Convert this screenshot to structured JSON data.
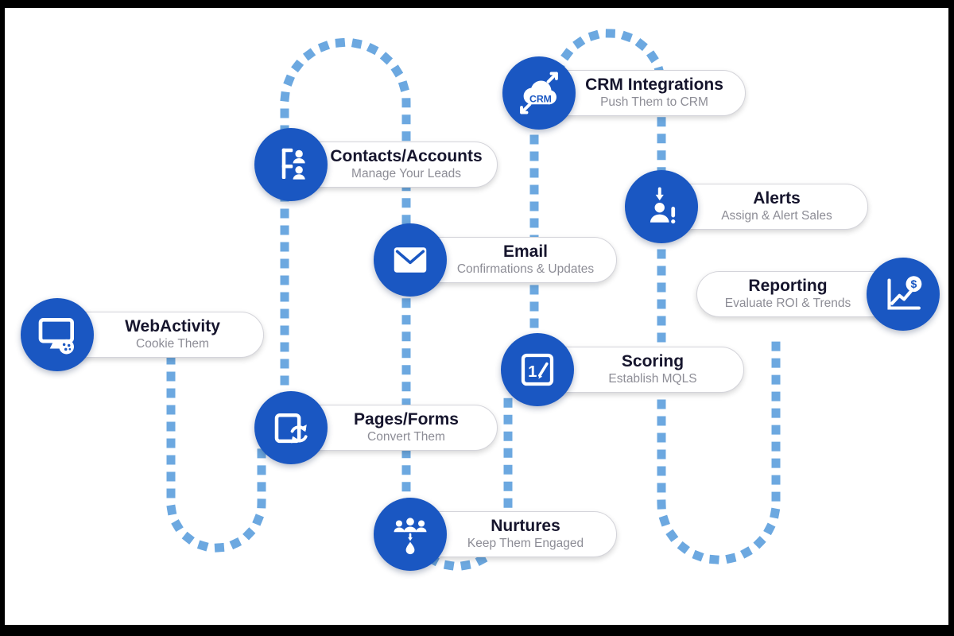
{
  "colors": {
    "node_blue": "#1a57c2",
    "path_blue": "#6ca8e0",
    "title_color": "#16152d",
    "subtitle_color": "#8d8d96",
    "pill_bg": "#ffffff",
    "pill_border": "#d4d4da",
    "frame_color": "#000000",
    "background": "#ffffff"
  },
  "nodes": {
    "web_activity": {
      "title": "WebActivity",
      "subtitle": "Cookie Them",
      "icon": "monitor-cookie-icon"
    },
    "contacts": {
      "title": "Contacts/Accounts",
      "subtitle": "Manage Your Leads",
      "icon": "org-contacts-icon"
    },
    "email": {
      "title": "Email",
      "subtitle": "Confirmations & Updates",
      "icon": "envelope-icon"
    },
    "crm": {
      "title": "CRM Integrations",
      "subtitle": "Push Them to CRM",
      "icon": "crm-cloud-icon",
      "icon_label": "CRM"
    },
    "alerts": {
      "title": "Alerts",
      "subtitle": "Assign & Alert Sales",
      "icon": "person-alert-icon"
    },
    "reporting": {
      "title": "Reporting",
      "subtitle": "Evaluate ROI & Trends",
      "icon": "chart-dollar-icon",
      "icon_glyph": "$"
    },
    "scoring": {
      "title": "Scoring",
      "subtitle": "Establish MQLS",
      "icon": "score-sheet-icon",
      "icon_glyph": "1"
    },
    "pages_forms": {
      "title": "Pages/Forms",
      "subtitle": "Convert Them",
      "icon": "page-refresh-icon"
    },
    "nurtures": {
      "title": "Nurtures",
      "subtitle": "Keep Them Engaged",
      "icon": "people-drip-icon"
    }
  }
}
